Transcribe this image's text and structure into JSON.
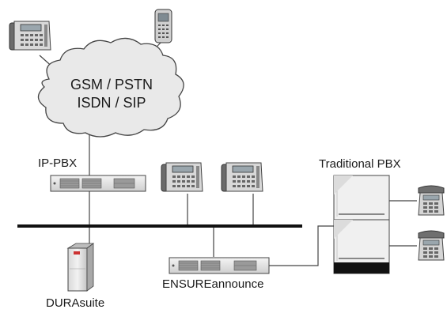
{
  "cloud": {
    "line1": "GSM / PSTN",
    "line2": "ISDN / SIP"
  },
  "labels": {
    "ip_pbx": "IP-PBX",
    "traditional_pbx": "Traditional PBX",
    "durasuite": "DURAsuite",
    "ensure_announce": "ENSUREannounce"
  },
  "colors": {
    "line": "#333333",
    "device_fill": "#e6e6e6",
    "device_dark": "#555555",
    "accent_red": "#cc3333",
    "bus": "#111111"
  }
}
